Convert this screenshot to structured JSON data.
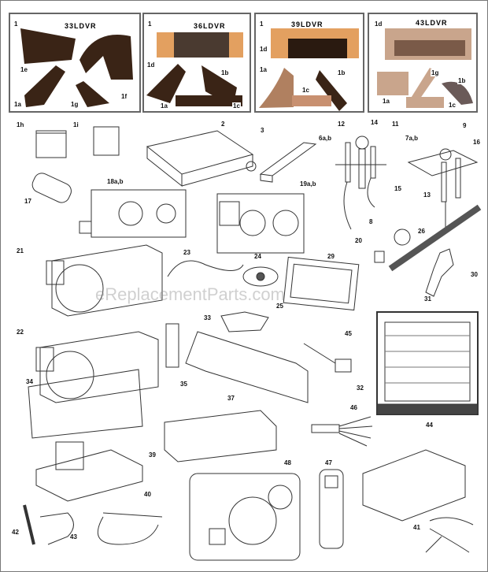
{
  "log_sets": [
    {
      "model": "33LDVR",
      "parts": [
        "1",
        "1e",
        "1f",
        "1a",
        "1g"
      ]
    },
    {
      "model": "36LDVR",
      "parts": [
        "1",
        "1d",
        "1b",
        "1a",
        "1c"
      ]
    },
    {
      "model": "39LDVR",
      "parts": [
        "1",
        "1d",
        "1a",
        "1b",
        "1c"
      ]
    },
    {
      "model": "43LDVR",
      "parts": [
        "1d",
        "1a",
        "1g",
        "1b",
        "1c"
      ]
    }
  ],
  "labels": {
    "p1h": "1h",
    "p1i": "1i",
    "p2": "2",
    "p3": "3",
    "p6": "6a,b",
    "p12": "12",
    "p14": "14",
    "p11": "11",
    "p7": "7a,b",
    "p9": "9",
    "p16": "16",
    "p13": "13",
    "p8": "8",
    "p15": "15",
    "p17": "17",
    "p18": "18a,b",
    "p19": "19a,b",
    "p20": "20",
    "p26": "26",
    "p21": "21",
    "p23": "23",
    "p24": "24",
    "p29": "29",
    "p30": "30",
    "p25": "25",
    "p31": "31",
    "p22": "22",
    "p33": "33",
    "p45": "45",
    "p34": "34",
    "p35": "35",
    "p32": "32",
    "p37": "37",
    "p46": "46",
    "p44": "44",
    "p39": "39",
    "p40": "40",
    "p48": "48",
    "p47": "47",
    "p42": "42",
    "p43": "43",
    "p41": "41"
  },
  "watermark": "eReplacementParts.com",
  "colors": {
    "log_dark": "#3a2416",
    "log_light": "#e3a060",
    "line": "#333333"
  }
}
